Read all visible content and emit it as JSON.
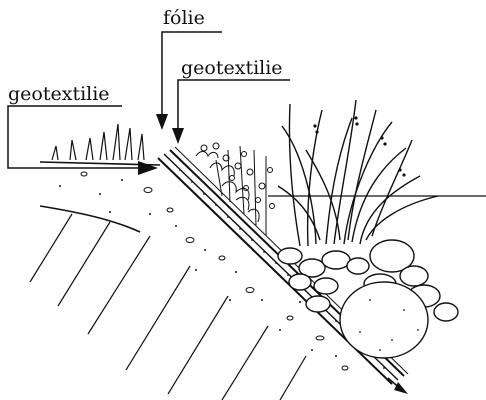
{
  "labels": {
    "foil": "fólie",
    "geotextile_upper": "geotextilie",
    "geotextile_left": "geotextilie"
  },
  "colors": {
    "ink": "#111111",
    "background": "#ffffff"
  }
}
